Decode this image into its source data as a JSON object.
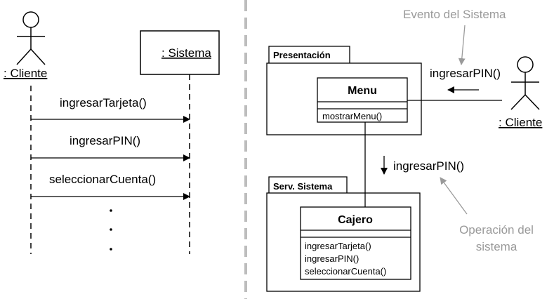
{
  "sequence": {
    "actor_label": ": Cliente",
    "system_label": ": Sistema",
    "messages": [
      "ingresarTarjeta()",
      "ingresarPIN()",
      "seleccionarCuenta()"
    ],
    "continuation_dots": [
      "·",
      "·",
      "·"
    ]
  },
  "collaboration": {
    "event_annotation": "Evento del Sistema",
    "operation_annotation_line1": "Operación del",
    "operation_annotation_line2": "sistema",
    "presentation_package": "Presentación",
    "menu_class": {
      "name": "Menu",
      "operation": "mostrarMenu()"
    },
    "services_package": "Serv. Sistema",
    "cajero_class": {
      "name": "Cajero",
      "operations": [
        "ingresarTarjeta()",
        "ingresarPIN()",
        "seleccionarCuenta()"
      ]
    },
    "actor_label": ": Cliente",
    "incoming_message": "ingresarPIN()",
    "delegated_message": "ingresarPIN()"
  },
  "colors": {
    "annotation_gray": "#9a9a9a",
    "separator_gray": "#bdbdbd",
    "ink": "#000000"
  }
}
